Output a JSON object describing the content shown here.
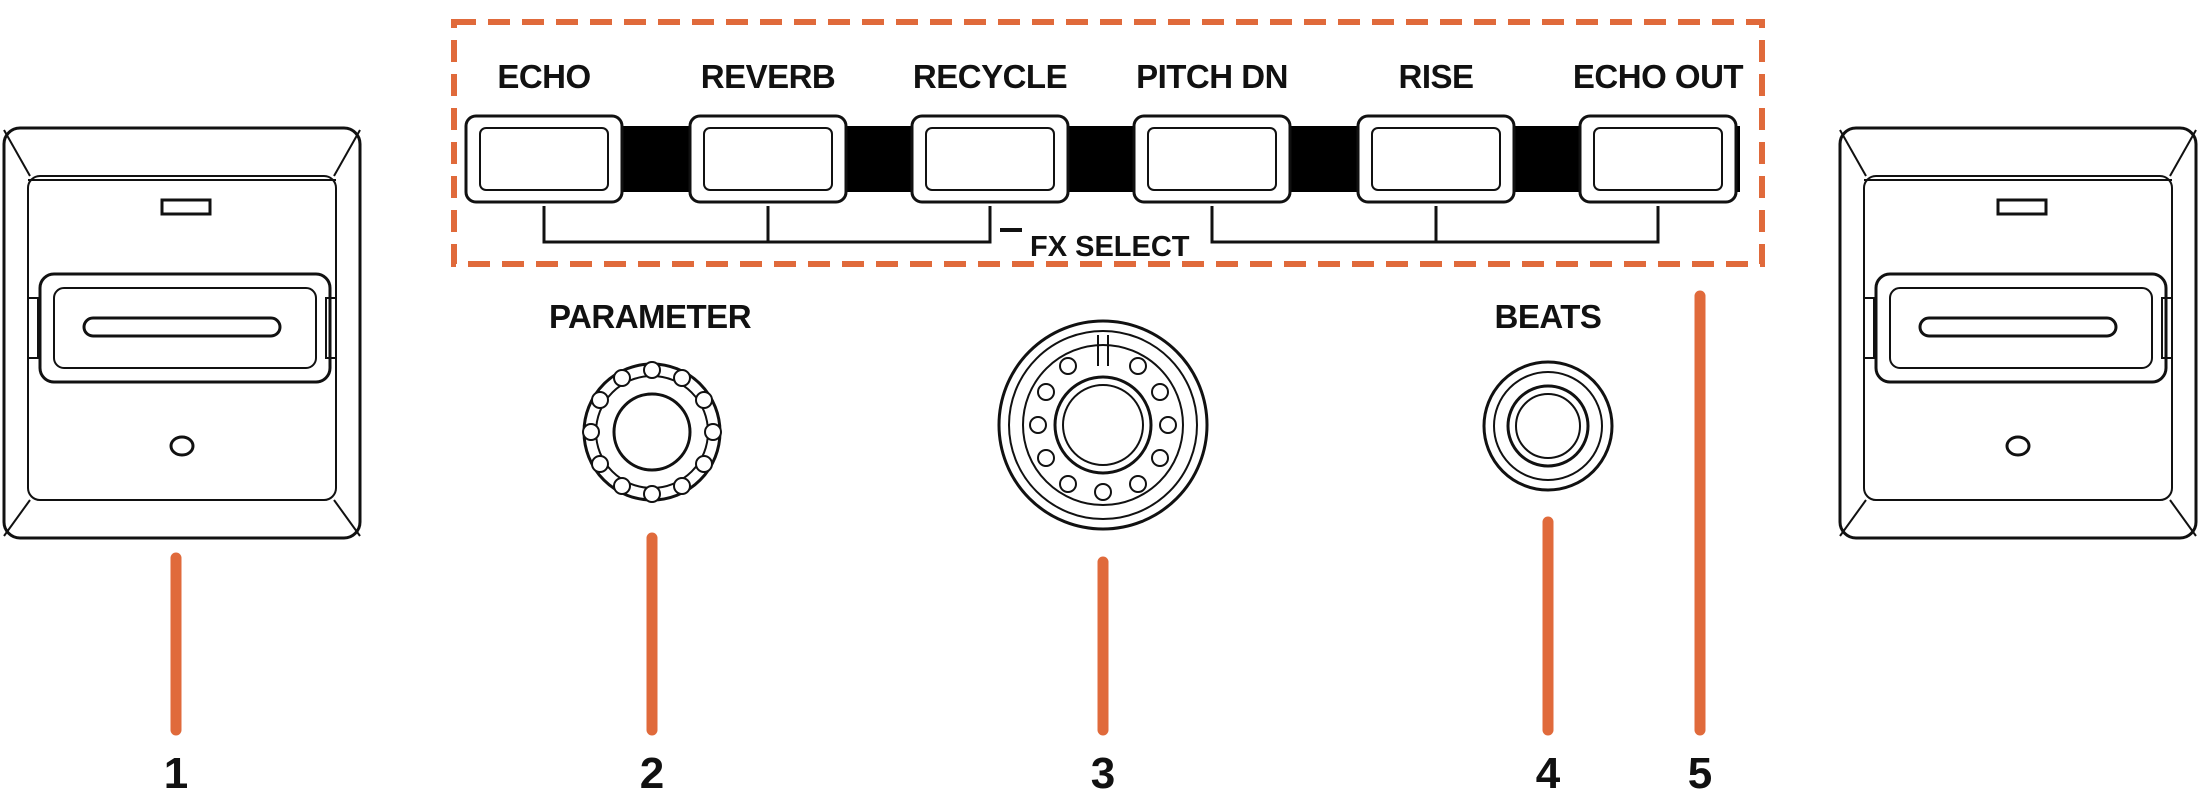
{
  "buttons": [
    {
      "label": "ECHO"
    },
    {
      "label": "REVERB"
    },
    {
      "label": "RECYCLE"
    },
    {
      "label": "PITCH DN"
    },
    {
      "label": "RISE"
    },
    {
      "label": "ECHO OUT"
    }
  ],
  "fx_select_label": "FX SELECT",
  "knobs": {
    "parameter": "PARAMETER",
    "beats": "BEATS"
  },
  "callouts": [
    "1",
    "2",
    "3",
    "4",
    "5"
  ],
  "colors": {
    "callout": "#E06A3B",
    "outline": "#111111",
    "strip": "#000000",
    "background": "#FFFFFF"
  }
}
